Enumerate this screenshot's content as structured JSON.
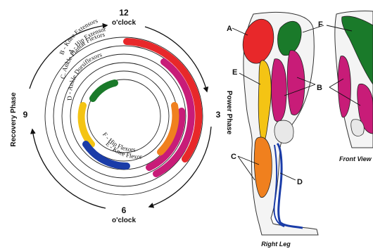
{
  "clock": {
    "top_number": "12",
    "top_sub": "o'clock",
    "bottom_number": "6",
    "bottom_sub": "o'clock",
    "left_number": "9",
    "right_number": "3",
    "left_phase": "Recovery Phase",
    "right_phase": "Power Phase"
  },
  "rings": {
    "labels": [
      "A - Hip Extensor",
      "B - Knee Extensors",
      "C. Ankle Plantar Flexors",
      "D - Ankle Dorsiflexors",
      "F - Hip Flexors",
      "E - Knee Flexor"
    ]
  },
  "leg": {
    "letters": [
      "A",
      "B",
      "C",
      "D",
      "E",
      "F"
    ],
    "right_leg_caption": "Right Leg",
    "front_view_caption": "Front View"
  },
  "colors": {
    "hip_extensor": "#e8282a",
    "knee_extensors": "#c81c78",
    "ankle_plantar_flexors": "#f0801e",
    "ankle_dorsiflexors": "#1a7a2a",
    "hip_flexors": "#f4c414",
    "knee_flexor": "#1a3ca8"
  }
}
